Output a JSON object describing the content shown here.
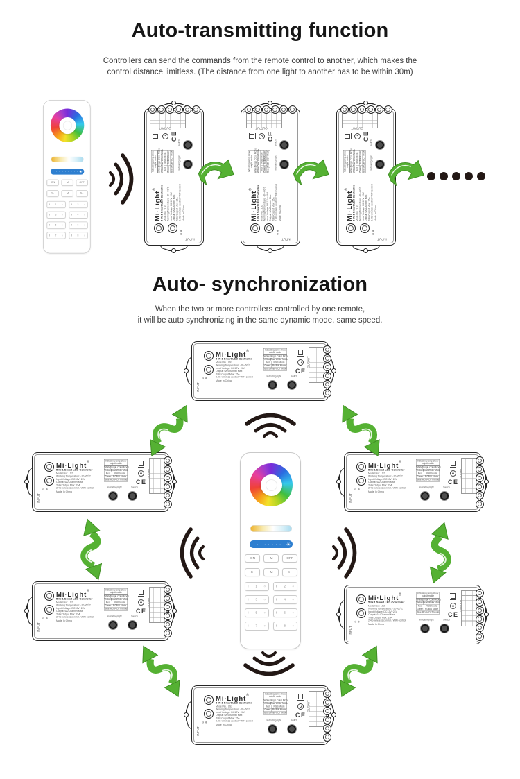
{
  "sections": {
    "transmit": {
      "title": "Auto-transmitting function",
      "description": [
        "Controllers can send the commands from the remote control to another, which makes the",
        "control distance limitless. (The distance from one light to another has to be within 30m)"
      ],
      "continuation_dots": 5
    },
    "sync": {
      "title": "Auto- synchronization",
      "description": [
        "When the two or more controllers controlled by one remote,",
        "it will be auto synchronizing in the same dynamic mode, same speed."
      ]
    }
  },
  "remote": {
    "power_buttons": [
      "ON",
      "M",
      "OFF"
    ],
    "speed_buttons": [
      "S-",
      "M",
      "S+"
    ],
    "zone_numbers": [
      "1",
      "2",
      "3",
      "4",
      "5",
      "6",
      "7",
      "8"
    ],
    "zone_on_glyph": "I",
    "zone_off_glyph": "○",
    "brightness_dots": "· · · · · · · ·",
    "sun_glyph": "☀"
  },
  "controller": {
    "brand": "Mi·Light",
    "reg_mark": "®",
    "product": "5 IN 1 Smart LED Controller",
    "specs": [
      "Model No.: LS2",
      "Working Temperature: -20~60°C",
      "Input Voltage: DC12V~24V",
      "Output: 6A/Channel Max",
      "Total Output Max: 15A",
      "2.4G wireless control / WiFi control"
    ],
    "made_in": "Made In China",
    "mode_table_header": "Indicating lamp show output mode",
    "mode_rows": [
      {
        "color": "White",
        "mode": "Single Color Mode"
      },
      {
        "color": "Yellow",
        "mode": "Dual White Mode"
      },
      {
        "color": "Red",
        "mode": "RGB Mode"
      },
      {
        "color": "Green",
        "mode": "RGBW Mode"
      },
      {
        "color": "Blue",
        "mode": "RGB+CCT Mode"
      }
    ],
    "indicating_light_label": "Indicating light",
    "switch_label": "Switch",
    "input_label": "INPUT",
    "output_label": "OUTPUT",
    "dc_polarity": "⊖ ⊕",
    "ce_mark": "CE"
  },
  "colors": {
    "arrow_green": "#55b133",
    "arrow_green_dark": "#3e8c22",
    "wave_black": "#231815",
    "slider_blue": "#2e7fd0"
  }
}
